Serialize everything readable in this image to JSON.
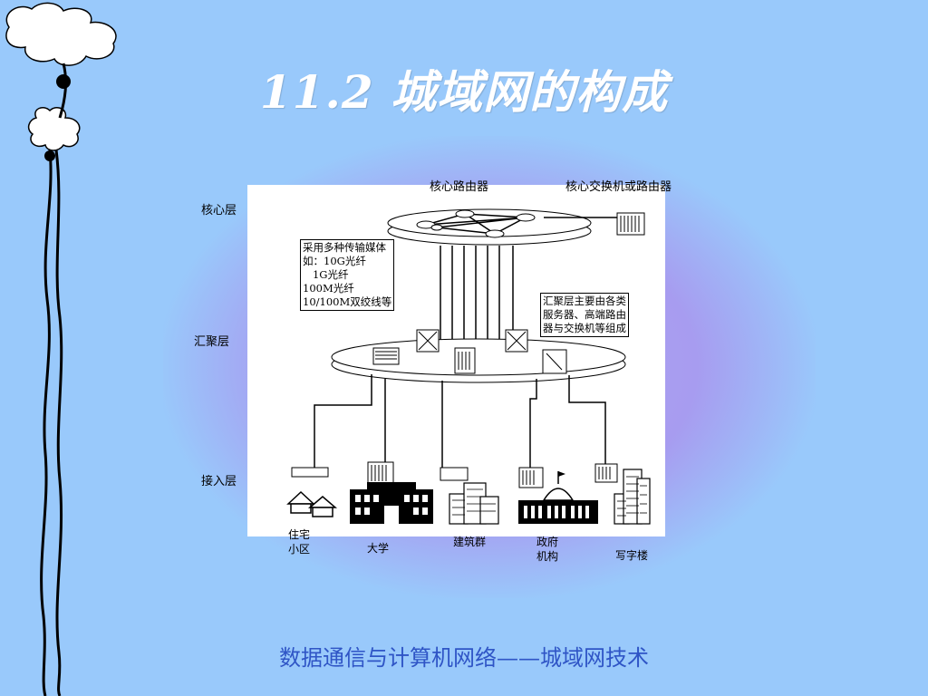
{
  "slide": {
    "title": "11.2  城域网的构成",
    "footer": "数据通信与计算机网络——城域网技术"
  },
  "layers": {
    "core": "核心层",
    "aggregation": "汇聚层",
    "access": "接入层"
  },
  "labels": {
    "core_router": "核心路由器",
    "core_switch": "核心交换机或路由器"
  },
  "notes": {
    "media": [
      "采用多种传输媒体",
      "如：10G光纤",
      "   1G光纤",
      "100M光纤",
      "10/100M双绞线等"
    ],
    "aggregation": [
      "汇聚层主要由各类",
      "服务器、高端路由",
      "器与交换机等组成"
    ]
  },
  "access_sites": {
    "residential": [
      "住宅",
      "小区"
    ],
    "university": "大学",
    "buildings": "建筑群",
    "government": [
      "政府",
      "机构"
    ],
    "office": "写字楼"
  },
  "colors": {
    "background": "#99c9fb",
    "glow": "#a79cf0",
    "title": "#ffffff",
    "footer": "#2f55c6"
  },
  "icons": [
    "flower-vine-icon",
    "router-icon",
    "switch-rack-icon",
    "server-icon",
    "house-icon",
    "university-building-icon",
    "building-cluster-icon",
    "government-building-icon",
    "office-tower-icon"
  ]
}
